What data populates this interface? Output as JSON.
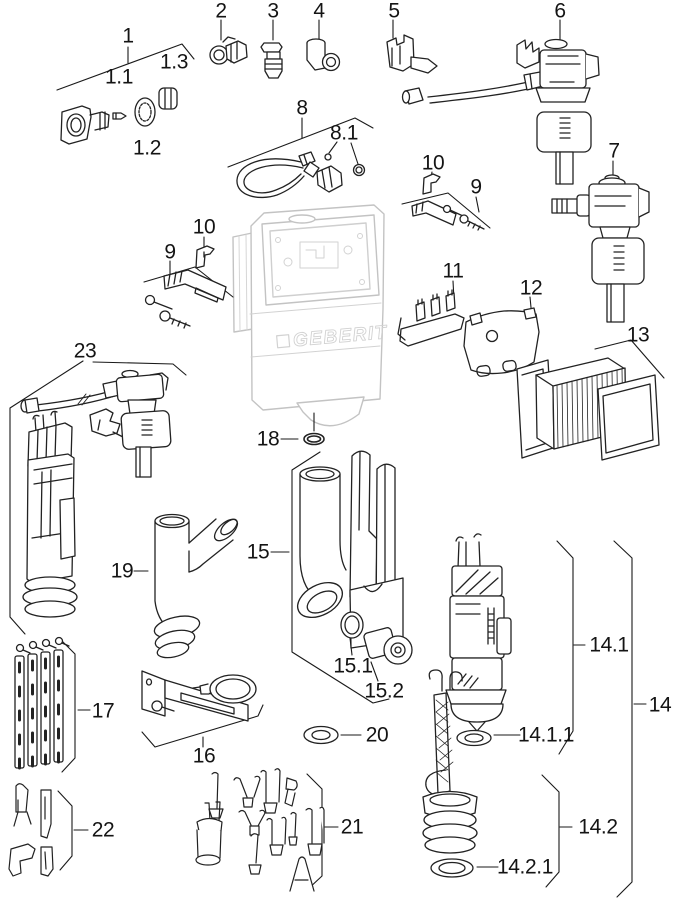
{
  "brand": {
    "watermark": "GEBERIT"
  },
  "colors": {
    "background": "#ffffff",
    "part_line": "#222222",
    "tank_line": "#c3c3c3",
    "label_text": "#141414"
  },
  "labels": {
    "n1": "1",
    "n1_1": "1.1",
    "n1_2": "1.2",
    "n1_3": "1.3",
    "n2": "2",
    "n3": "3",
    "n4": "4",
    "n5": "5",
    "n6": "6",
    "n7": "7",
    "n8": "8",
    "n8_1": "8.1",
    "n9": "9",
    "n10": "10",
    "n11": "11",
    "n12": "12",
    "n13": "13",
    "n14": "14",
    "n14_1": "14.1",
    "n14_1_1": "14.1.1",
    "n14_2": "14.2",
    "n14_2_1": "14.2.1",
    "n15": "15",
    "n15_1": "15.1",
    "n15_2": "15.2",
    "n16": "16",
    "n17": "17",
    "n18": "18",
    "n19": "19",
    "n20": "20",
    "n21": "21",
    "n22": "22",
    "n23": "23"
  }
}
